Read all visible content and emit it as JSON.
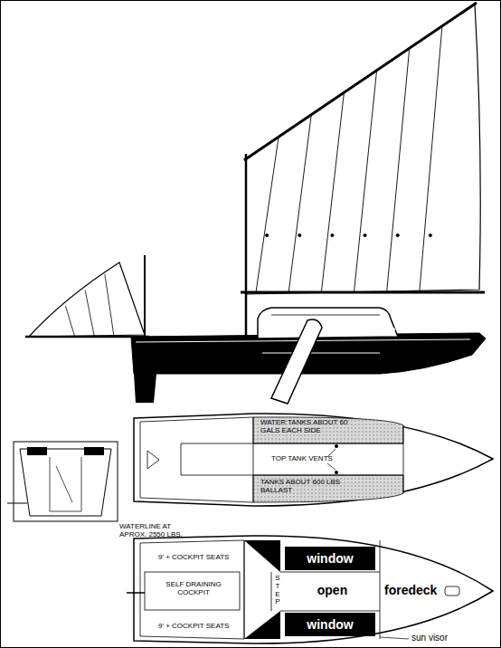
{
  "diagram": {
    "nodes": [
      {
        "text": [
          "window"
        ]
      },
      {
        "text": [
          "window"
        ]
      }
    ],
    "labels": [
      "WATER TANKS ABOUT 60 GALS EACH SIDE",
      "TOP TANK VENTS",
      "TANKS ABOUT 600 LBS BALLAST",
      "WATERLINE AT APROX. 2550 LBS.",
      "9' + COCKPIT SEATS",
      "SELF DRAINING COCKPIT",
      "STEP",
      "open",
      "foredeck",
      "9' + COCKPIT SEATS",
      "sun visor"
    ]
  }
}
